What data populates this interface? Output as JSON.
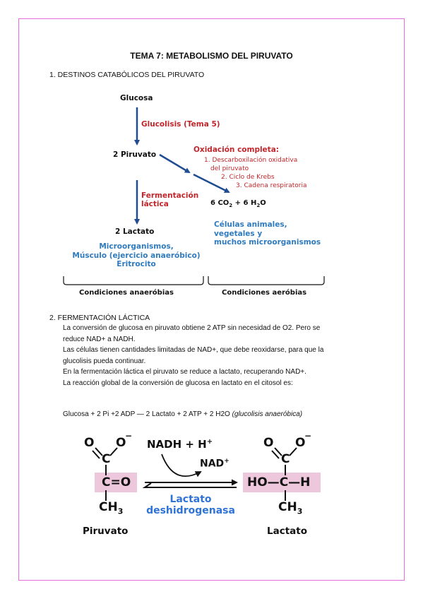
{
  "document": {
    "title": "TEMA 7: METABOLISMO DEL PIRUVATO",
    "section1": {
      "heading": "1.  DESTINOS CATABÓLICOS DEL PIRUVATO",
      "figure": {
        "glucose": "Glucosa",
        "glycolysis": "Glucolisis  (Tema 5)",
        "pyruvate": "2 Piruvato",
        "complete_oxidation_title": "Oxidación completa:",
        "oxidation_steps": [
          "1. Descarboxilación oxidativa",
          "del piruvato",
          "2. Ciclo de Krebs",
          "3. Cadena respiratoria"
        ],
        "fermentation": [
          "Fermentación",
          "láctica"
        ],
        "lactate": "2 Lactato",
        "product_prefix": "6 CO",
        "product_sub1": "2",
        "product_mid": " + 6 H",
        "product_sub2": "2",
        "product_suffix": "O",
        "aerobic_cells": [
          "Células animales,",
          "vegetales y",
          "muchos microorganismos"
        ],
        "anaerobic_cells": [
          "Microorganismos,",
          "Músculo (ejercicio anaeróbico)",
          "Eritrocito"
        ],
        "anaerobic_label": "Condiciones anaeróbias",
        "aerobic_label": "Condiciones aeróbias"
      }
    },
    "section2": {
      "heading": "2.  FERMENTACIÓN LÁCTICA",
      "paragraph_lines": [
        "La conversión de glucosa en piruvato obtiene 2 ATP sin necesidad de O2. Pero se",
        "reduce NAD+ a NADH.",
        "Las células tienen cantidades limitadas de NAD+, que debe reoxidarse, para que la",
        "glucolisis pueda continuar.",
        "En la fermentación láctica el piruvato se reduce a lactato, recuperando NAD+.",
        "La reacción global de la conversión de glucosa en lactato en el citosol es:"
      ],
      "equation": "Glucosa + 2 Pi +2 ADP —  2 Lactato + 2 ATP + 2 H2O ",
      "equation_note": "(glucolisis anaeróbica)"
    },
    "reaction": {
      "atom_O": "O",
      "atom_C": "C",
      "charge_minus": "−",
      "carbonyl": "=O",
      "methyl": "CH",
      "methyl_sub": "3",
      "ho_group": "HO—",
      "h_right": "—H",
      "nadh": "NADH + H",
      "nadh_charge": "+",
      "nad": "NAD",
      "nad_charge": "+",
      "enzyme": [
        "Lactato",
        "deshidrogenasa"
      ],
      "pyruvate_name": "Piruvato",
      "lactate_name": "Lactato"
    },
    "colors": {
      "border": "#e46ae0",
      "arrow_blue": "#1f4c92",
      "text_red": "#c0262b",
      "text_blue": "#2f7bbd",
      "highlight": "#edc7dc"
    }
  }
}
